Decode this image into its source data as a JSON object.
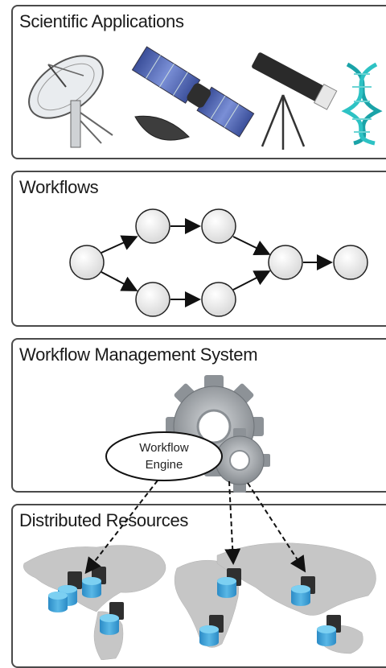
{
  "layers": [
    {
      "title": "Scientific Applications"
    },
    {
      "title": "Workflows"
    },
    {
      "title": "Workflow Management System"
    },
    {
      "title": "Distributed Resources"
    }
  ],
  "engine_label": [
    "Workflow",
    "Engine"
  ],
  "application_icons": [
    "satellite-dish-icon",
    "satellite-icon",
    "telescope-icon",
    "dna-icon"
  ],
  "workflow_node_count": 7,
  "colors": {
    "node_fill": "#e8e8e8",
    "database": "#3a9fd4",
    "map": "#c9c9c9",
    "gear": "#9a9ea3"
  }
}
